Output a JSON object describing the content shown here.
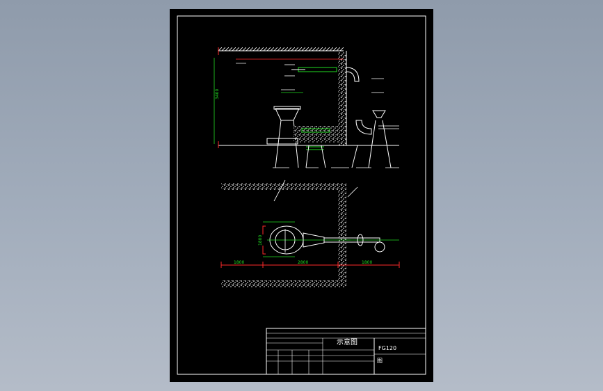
{
  "colors": {
    "sheet_background": "#000000",
    "line_white": "#ffffff",
    "line_green": "#22dd22",
    "line_red": "#ff2a2a",
    "line_cyan": "#33ccff",
    "line_yellow": "#ffee33"
  },
  "title_block": {
    "title": "示意图",
    "drawing_number": "FG120",
    "sheet_text": "图"
  },
  "dimensions": {
    "plan_left": "1800",
    "plan_middle": "2800",
    "plan_right": "1800",
    "plan_width": "1800",
    "elevation_height": "3400"
  }
}
